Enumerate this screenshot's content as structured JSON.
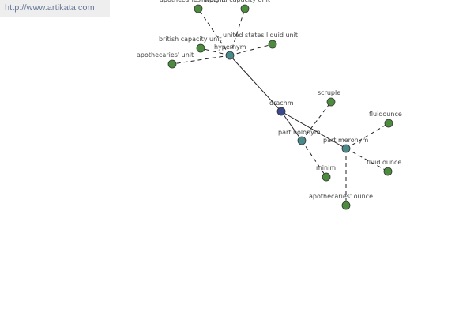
{
  "source": {
    "url_text": "http://www.artikata.com"
  },
  "colors": {
    "central": "#3b4a8c",
    "relation": "#4a8a8a",
    "leaf": "#4d8c3f"
  },
  "graph": {
    "nodes": [
      {
        "id": "drachm",
        "label": "drachm",
        "kind": "central"
      },
      {
        "id": "hypernym",
        "label": "hypernym",
        "kind": "relation"
      },
      {
        "id": "part-holonym",
        "label": "part holonym",
        "kind": "relation"
      },
      {
        "id": "part-meronym",
        "label": "part meronym",
        "kind": "relation"
      },
      {
        "id": "apothecaries-weight",
        "label": "apothecaries' weight",
        "kind": "leaf"
      },
      {
        "id": "imperial-capacity-unit",
        "label": "imperial capacity unit",
        "kind": "leaf"
      },
      {
        "id": "british-capacity-unit",
        "label": "british capacity unit",
        "kind": "leaf"
      },
      {
        "id": "united-states-liquid-unit",
        "label": "united states liquid unit",
        "kind": "leaf"
      },
      {
        "id": "apothecaries-unit",
        "label": "apothecaries' unit",
        "kind": "leaf"
      },
      {
        "id": "scruple",
        "label": "scruple",
        "kind": "leaf"
      },
      {
        "id": "minim",
        "label": "minim",
        "kind": "leaf"
      },
      {
        "id": "fluidounce",
        "label": "fluidounce",
        "kind": "leaf"
      },
      {
        "id": "fluid-ounce",
        "label": "fluid ounce",
        "kind": "leaf"
      },
      {
        "id": "apothecaries-ounce",
        "label": "apothecaries' ounce",
        "kind": "leaf"
      }
    ],
    "edges": [
      {
        "from": "drachm",
        "to": "hypernym",
        "style": "solid"
      },
      {
        "from": "drachm",
        "to": "part-holonym",
        "style": "solid"
      },
      {
        "from": "drachm",
        "to": "part-meronym",
        "style": "solid"
      },
      {
        "from": "hypernym",
        "to": "apothecaries-weight",
        "style": "dashed"
      },
      {
        "from": "hypernym",
        "to": "imperial-capacity-unit",
        "style": "dashed"
      },
      {
        "from": "hypernym",
        "to": "british-capacity-unit",
        "style": "dashed"
      },
      {
        "from": "hypernym",
        "to": "united-states-liquid-unit",
        "style": "dashed"
      },
      {
        "from": "hypernym",
        "to": "apothecaries-unit",
        "style": "dashed"
      },
      {
        "from": "part-holonym",
        "to": "scruple",
        "style": "dashed"
      },
      {
        "from": "part-holonym",
        "to": "minim",
        "style": "dashed"
      },
      {
        "from": "part-meronym",
        "to": "fluidounce",
        "style": "dashed"
      },
      {
        "from": "part-meronym",
        "to": "fluid-ounce",
        "style": "dashed"
      },
      {
        "from": "part-meronym",
        "to": "apothecaries-ounce",
        "style": "dashed"
      }
    ]
  }
}
